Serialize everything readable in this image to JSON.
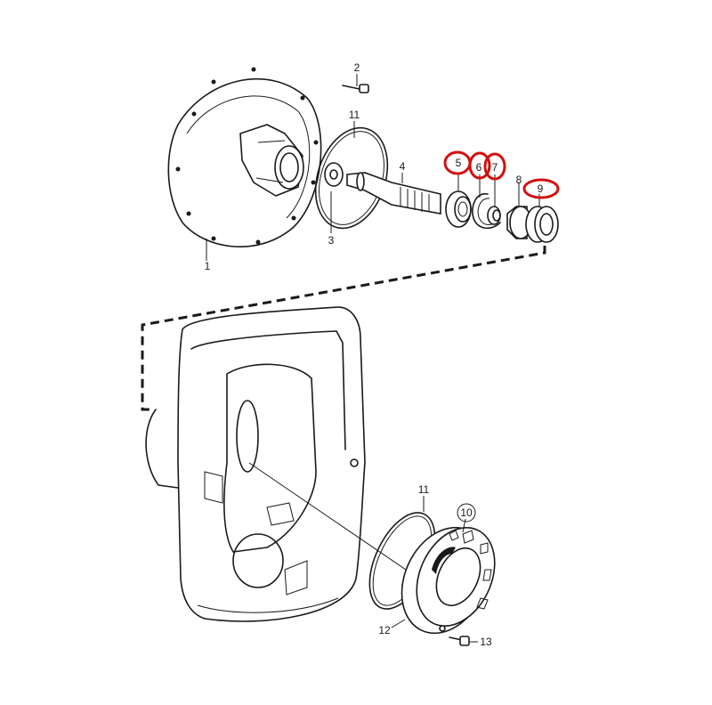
{
  "part_labels": {
    "p1": "1",
    "p2": "2",
    "p3": "3",
    "p4": "4",
    "p5": "5",
    "p6": "6",
    "p7": "7",
    "p8": "8",
    "p9": "9",
    "p10": "10",
    "p11_top": "11",
    "p11_bottom": "11",
    "p12": "12",
    "p13": "13"
  },
  "highlighted_parts": [
    "5",
    "6",
    "7",
    "9"
  ],
  "colors": {
    "ink": "#1a1a1a",
    "highlight": "#d01010",
    "background": "#ffffff"
  }
}
